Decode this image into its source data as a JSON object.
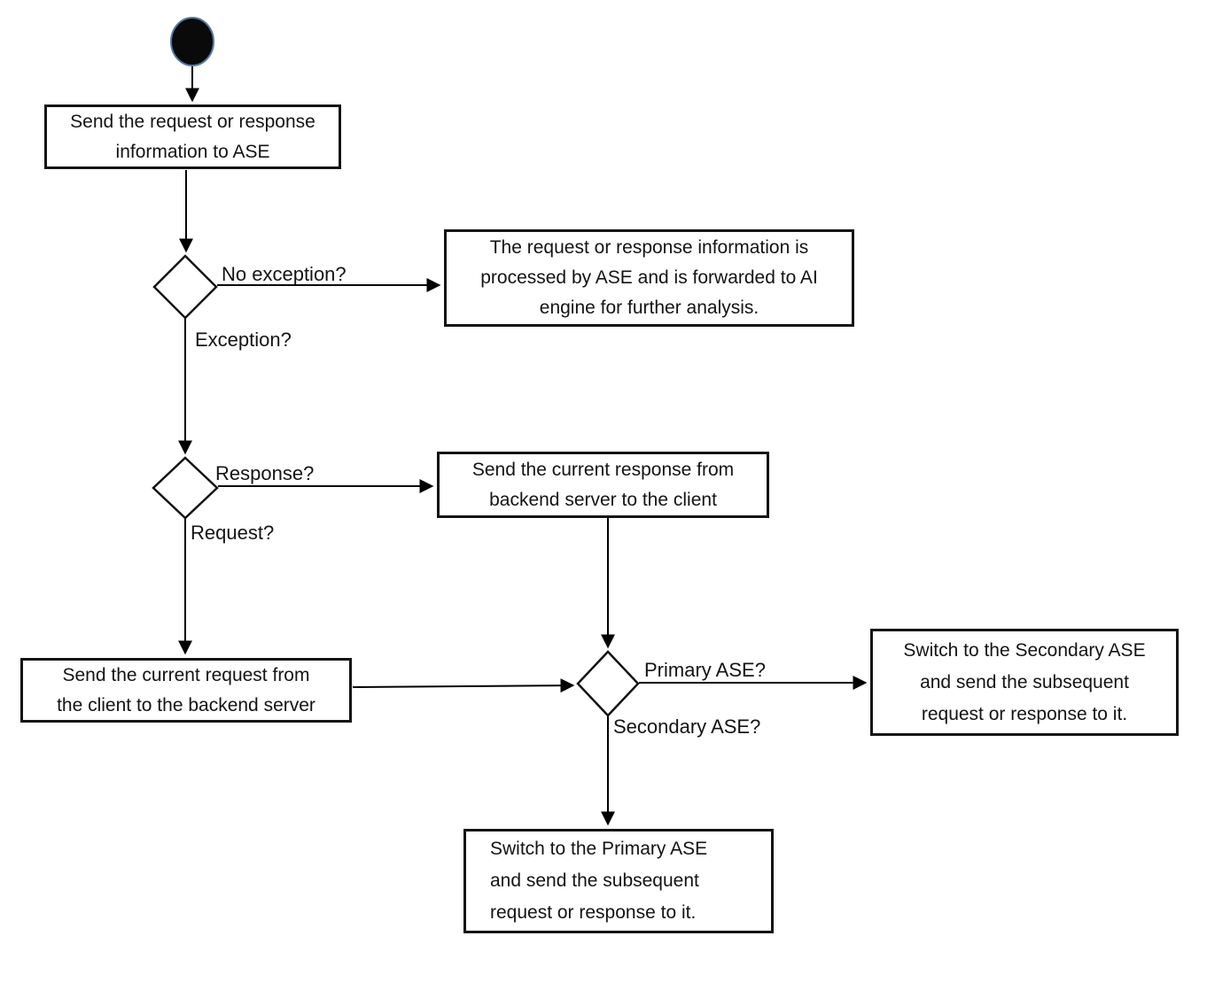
{
  "diagram": {
    "type": "activity-flowchart",
    "background_color": "#ffffff",
    "line_color": "#000000",
    "box_border_color": "#141414",
    "text_color": "#141414",
    "start_node_fill": "#0a0a0a",
    "start_node_ring": "#5579a4"
  },
  "nodes": {
    "start": {
      "type": "initial-node"
    },
    "send_to_ase": {
      "label": "Send the request or response information to ASE",
      "lines": [
        "Send the request or response",
        "information to ASE"
      ]
    },
    "processed_by_ase": {
      "label": "The request or response information is processed by ASE and is forwarded to AI engine for further analysis.",
      "lines": [
        "The request or response information is",
        "processed by ASE and is forwarded to AI",
        "engine for further analysis."
      ]
    },
    "send_response": {
      "label": "Send the current response from backend server to the client",
      "lines": [
        "Send the current response from",
        "backend server to the client"
      ]
    },
    "send_request": {
      "label": "Send the current request from the client to the backend server",
      "lines": [
        "Send the current request from",
        "the client to the backend server"
      ]
    },
    "switch_secondary": {
      "label": "Switch to the Secondary ASE and send the subsequent request or response to it.",
      "lines": [
        "Switch to the Secondary ASE",
        "and send the subsequent",
        "request or response to it."
      ]
    },
    "switch_primary": {
      "label": "Switch to the Primary ASE and send the subsequent request or response to it.",
      "lines": [
        "Switch to the Primary ASE",
        "and send the subsequent",
        "request or response to it."
      ]
    }
  },
  "edge_labels": {
    "no_exception": "No exception?",
    "exception": "Exception?",
    "response": "Response?",
    "request": "Request?",
    "primary_ase": "Primary ASE?",
    "secondary_ase": "Secondary ASE?"
  }
}
